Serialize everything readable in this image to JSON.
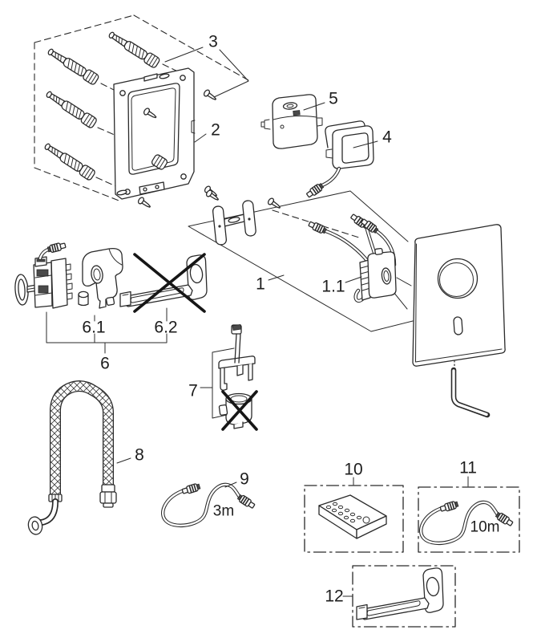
{
  "diagram": {
    "type": "exploded-parts-diagram",
    "background_color": "#ffffff",
    "line_color": "#2a2a2a",
    "labels": {
      "part1": "1",
      "part1_1": "1.1",
      "part2": "2",
      "part3": "3",
      "part4": "4",
      "part5": "5",
      "part6": "6",
      "part6_1": "6.1",
      "part6_2": "6.2",
      "part7": "7",
      "part8": "8",
      "part9": "9",
      "part10": "10",
      "part11": "11",
      "part12": "12",
      "cable_length_3m": "3m",
      "cable_length_10m": "10m"
    }
  }
}
